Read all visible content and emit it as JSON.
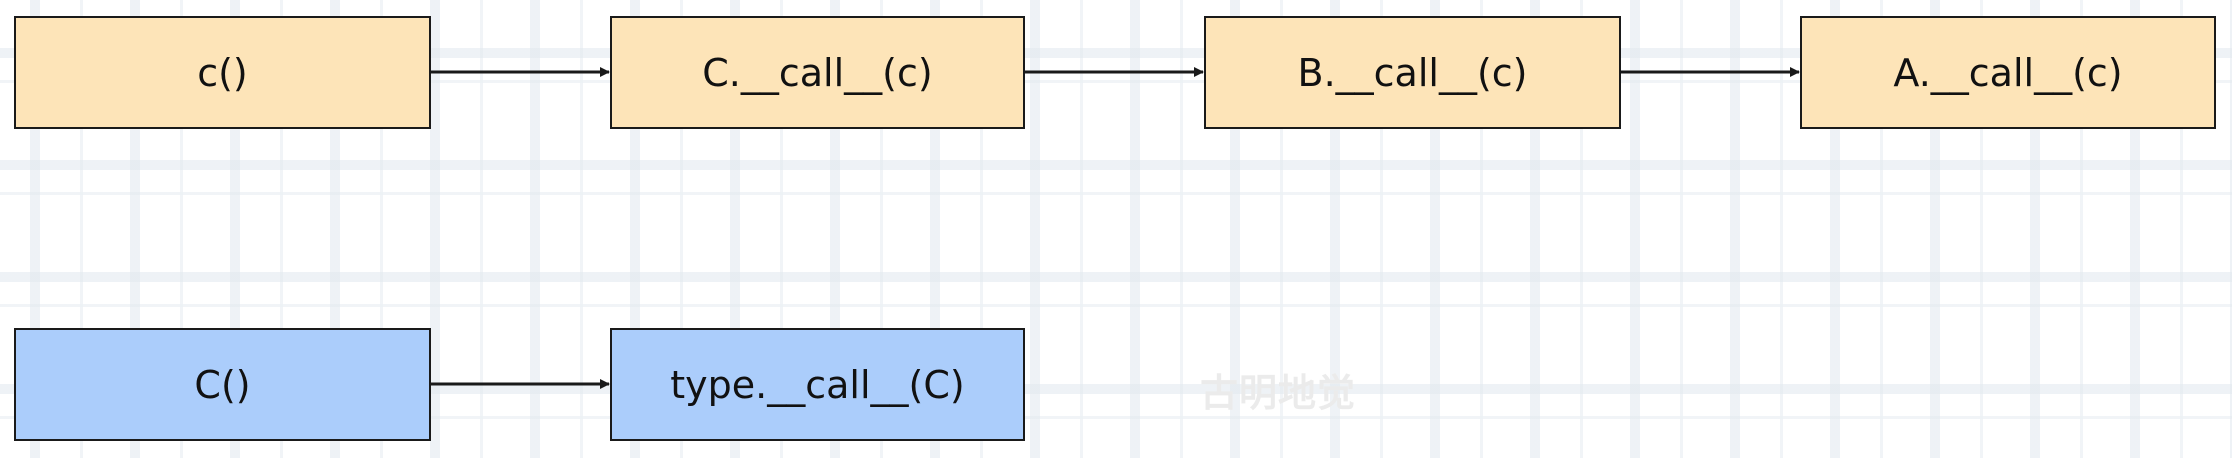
{
  "diagram": {
    "nodes": {
      "c_instance_call": "c()",
      "C_call": "C.__call__(c)",
      "B_call": "B.__call__(c)",
      "A_call": "A.__call__(c)",
      "C_class_call": "C()",
      "type_call": "type.__call__(C)"
    },
    "edges": [
      {
        "from": "c_instance_call",
        "to": "C_call"
      },
      {
        "from": "C_call",
        "to": "B_call"
      },
      {
        "from": "B_call",
        "to": "A_call"
      },
      {
        "from": "C_class_call",
        "to": "type_call"
      }
    ],
    "colors": {
      "top_row_fill": "#fde4b8",
      "bottom_row_fill": "#abcdfb",
      "border": "#1a1a1a"
    }
  },
  "watermark": "古明地觉"
}
